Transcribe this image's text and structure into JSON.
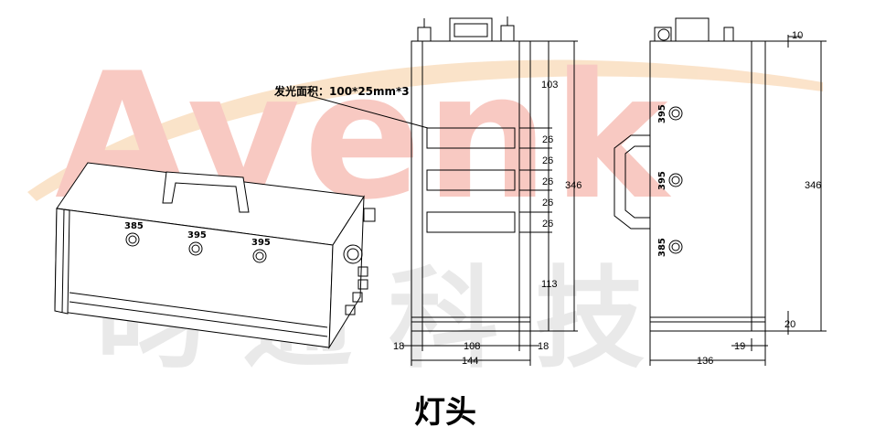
{
  "watermark": {
    "brand": "Avenk",
    "company_cn": "昀通科技"
  },
  "callout": "发光面积：100*25mm*3",
  "caption": "灯头",
  "labels": {
    "persp": [
      "385",
      "395",
      "395"
    ],
    "side": [
      "395",
      "395",
      "385"
    ]
  },
  "front_dims": {
    "top": "103",
    "gap1": "26",
    "gap2": "26",
    "gap3": "26",
    "gap4": "26",
    "gap5": "26",
    "bottom": "113",
    "height": "346",
    "left_margin": "18",
    "inner_width": "108",
    "right_margin": "18",
    "width": "144"
  },
  "side_dims": {
    "top": "10",
    "height": "346",
    "bottom": "20",
    "foot": "19",
    "depth": "136"
  },
  "colors": {
    "line": "#000000",
    "watermark_red": "#e8463c",
    "watermark_orange": "#f4a13b",
    "watermark_blue": "#3b9ad9",
    "watermark_gray": "#dcdcdc"
  }
}
